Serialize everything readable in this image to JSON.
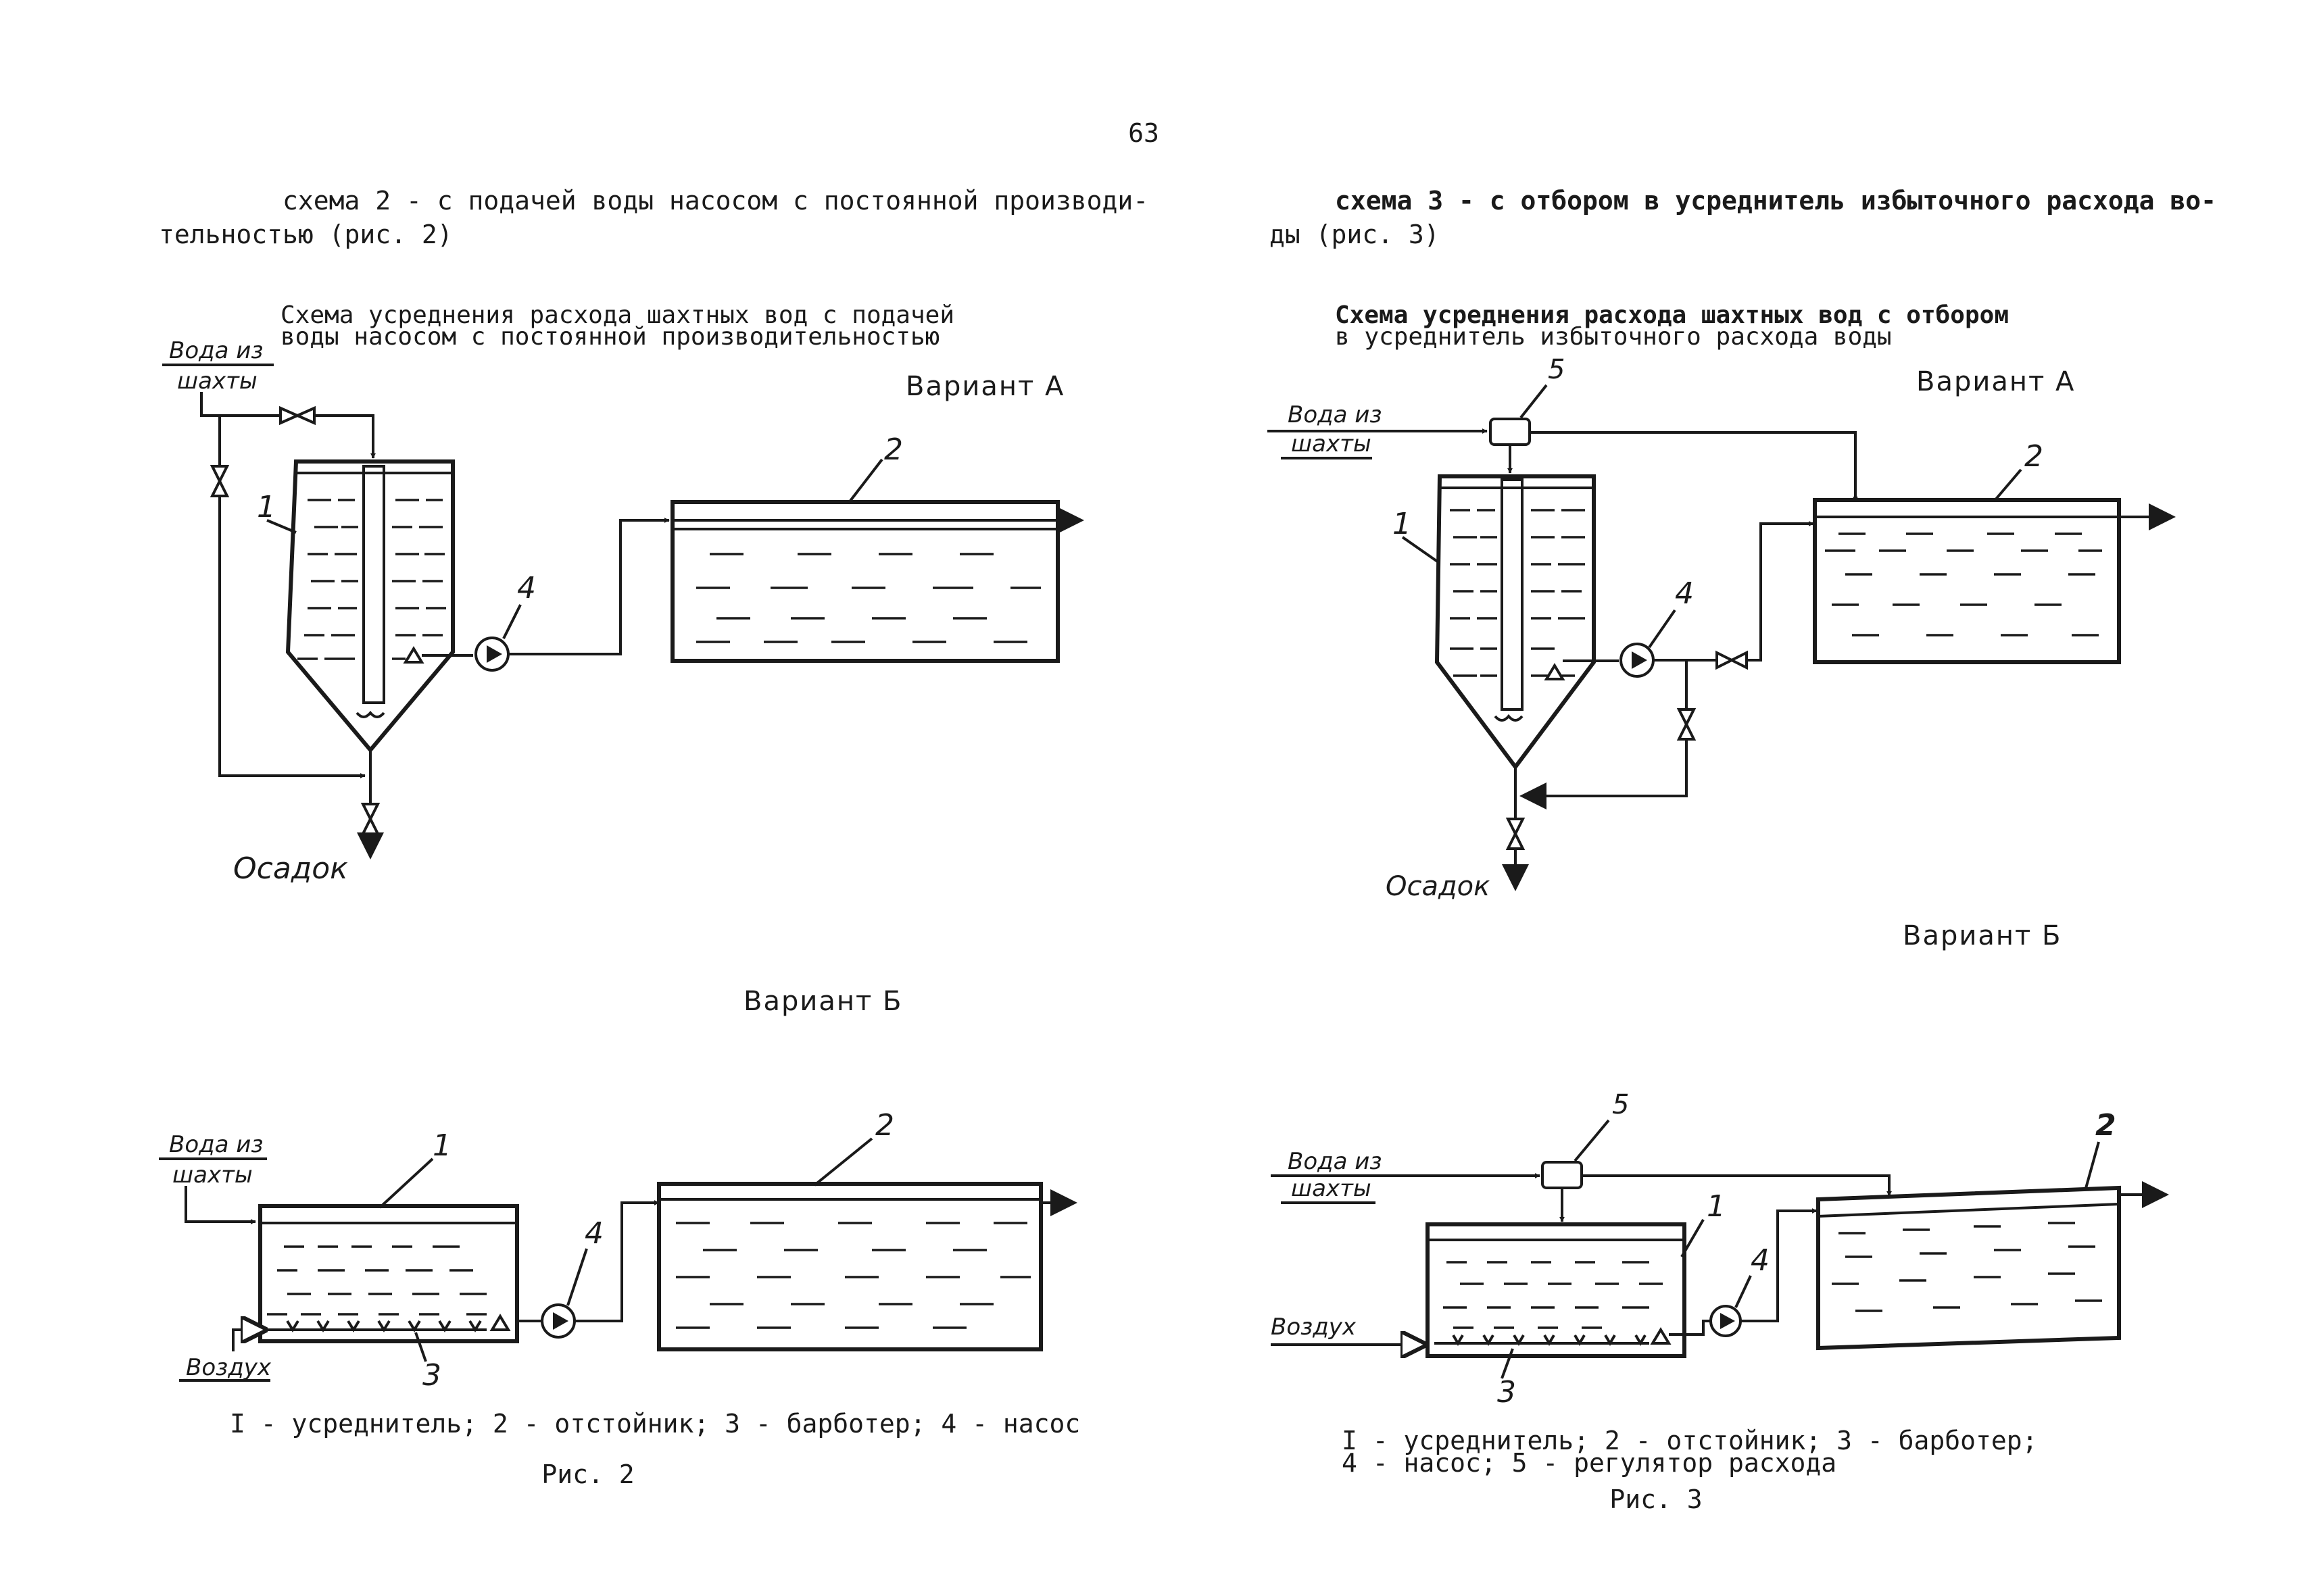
{
  "page_number": "63",
  "left": {
    "intro_line1": "схема 2 - с подачей воды насосом с постоянной производи-",
    "intro_line2": "тельностью (рис. 2)",
    "title_line1": "Схема усреднения расхода шахтных вод с подачей",
    "title_line2": "воды насосом с постоянной производительностью",
    "variant_a": "Вариант А",
    "variant_b": "Вариант Б",
    "inlet_line1": "Вода из",
    "inlet_line2": "шахты",
    "sludge": "Осадок",
    "air": "Воздух",
    "legend": "I - усреднитель; 2 - отстойник; 3 - барботер; 4 - насос",
    "fig": "Рис. 2",
    "labels": {
      "one": "1",
      "two": "2",
      "three": "3",
      "four": "4"
    }
  },
  "right": {
    "intro_line1": "схема 3 - с отбором в усреднитель избыточного расхода во-",
    "intro_line2": "ды (рис. 3)",
    "title_line1": "Схема усреднения расхода шахтных вод с отбором",
    "title_line2": "в усреднитель избыточного расхода воды",
    "variant_a": "Вариант А",
    "variant_b": "Вариант Б",
    "inlet_line1": "Вода из",
    "inlet_line2": "шахты",
    "sludge": "Осадок",
    "air": "Воздух",
    "legend_line1": "I - усреднитель; 2 - отстойник; 3 - барботер;",
    "legend_line2": "4 - насос;  5 - регулятор расхода",
    "fig": "Рис. 3",
    "labels": {
      "one": "1",
      "two": "2",
      "three": "3",
      "four": "4",
      "five": "5"
    }
  },
  "colors": {
    "ink": "#1a1a1a",
    "paper": "#ffffff"
  }
}
